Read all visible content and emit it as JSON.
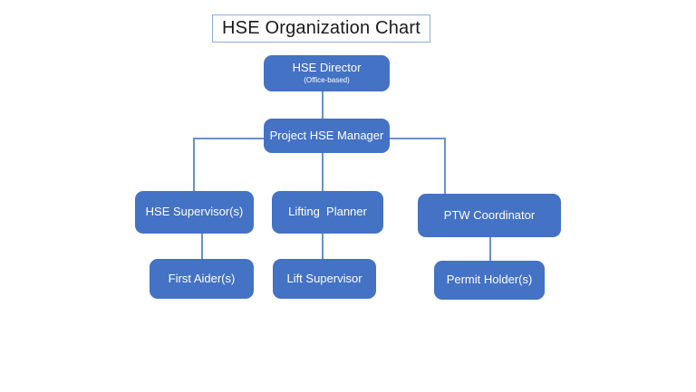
{
  "title": {
    "text": "HSE Organization Chart"
  },
  "colors": {
    "node_fill": "#4472C4",
    "node_text": "#FFFFFF",
    "connector": "#6A8FD0",
    "title_border": "#8FAADC",
    "title_text": "#1A1A1A",
    "background": "#FFFFFF"
  },
  "chart_data": {
    "type": "diagram",
    "diagram_type": "organization-chart",
    "title": "HSE Organization Chart",
    "nodes": [
      {
        "id": "hse-director",
        "label": "HSE Director",
        "sublabel": "(Office-based)",
        "level": 1,
        "parent": null
      },
      {
        "id": "project-hse-manager",
        "label": "Project HSE Manager",
        "sublabel": "",
        "level": 2,
        "parent": "hse-director"
      },
      {
        "id": "hse-supervisor",
        "label": "HSE Supervisor(s)",
        "sublabel": "",
        "level": 3,
        "parent": "project-hse-manager"
      },
      {
        "id": "lifting-planner",
        "label": "Lifting  Planner",
        "sublabel": "",
        "level": 3,
        "parent": "project-hse-manager"
      },
      {
        "id": "ptw-coordinator",
        "label": "PTW Coordinator",
        "sublabel": "",
        "level": 3,
        "parent": "project-hse-manager"
      },
      {
        "id": "first-aider",
        "label": "First Aider(s)",
        "sublabel": "",
        "level": 4,
        "parent": "hse-supervisor"
      },
      {
        "id": "lift-supervisor",
        "label": "Lift Supervisor",
        "sublabel": "",
        "level": 4,
        "parent": "lifting-planner"
      },
      {
        "id": "permit-holder",
        "label": "Permit Holder(s)",
        "sublabel": "",
        "level": 4,
        "parent": "ptw-coordinator"
      }
    ],
    "edges": [
      {
        "from": "hse-director",
        "to": "project-hse-manager"
      },
      {
        "from": "project-hse-manager",
        "to": "hse-supervisor"
      },
      {
        "from": "project-hse-manager",
        "to": "lifting-planner"
      },
      {
        "from": "project-hse-manager",
        "to": "ptw-coordinator"
      },
      {
        "from": "hse-supervisor",
        "to": "first-aider"
      },
      {
        "from": "lifting-planner",
        "to": "lift-supervisor"
      },
      {
        "from": "ptw-coordinator",
        "to": "permit-holder"
      }
    ]
  }
}
